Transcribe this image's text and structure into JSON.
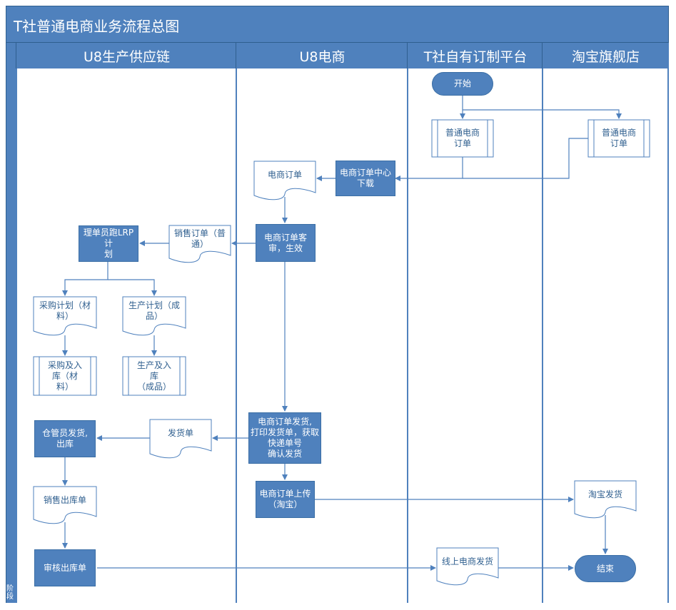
{
  "title": "T社普通电商业务流程总图",
  "side_label": "阶段",
  "lanes": [
    {
      "label": "U8生产供应链"
    },
    {
      "label": "U8电商"
    },
    {
      "label": "T社自有订制平台"
    },
    {
      "label": "淘宝旗舰店"
    }
  ],
  "nodes": {
    "start": "开始",
    "t_order": "普通电商\n订单",
    "tb_order": "普通电商\n订单",
    "order_download": "电商订单中心\n下载",
    "ec_order_doc": "电商订单",
    "order_audit": "电商订单客\n审，生效",
    "sales_order_doc": "销售订单（普\n通）",
    "lrp_plan": "理单员跑LRP计\n划",
    "purchase_plan": "采购计划（材\n料）",
    "production_plan": "生产计划（成\n品）",
    "purchase_in": "采购及入\n库（材\n料）",
    "production_in": "生产及入\n库\n（成品）",
    "ship_process": "电商订单发货,\n打印发货单，获取\n快递单号\n确认发货",
    "ship_doc": "发货单",
    "warehouse_ship": "仓管员发货,\n出库",
    "sales_out_doc": "销售出库单",
    "audit_out": "审核出库单",
    "order_upload": "电商订单上传\n（淘宝）",
    "taobao_ship": "淘宝发货",
    "online_ship": "线上电商发货",
    "end": "结束"
  }
}
